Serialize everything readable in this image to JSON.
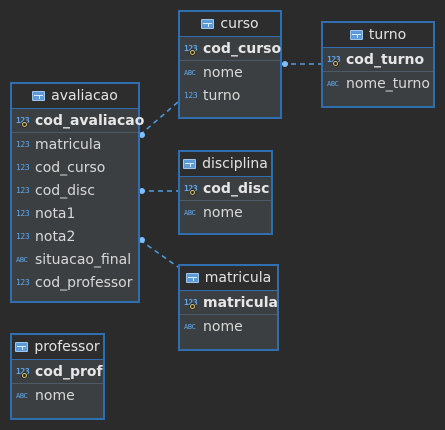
{
  "entities": {
    "avaliacao": {
      "title": "avaliacao",
      "pk": {
        "name": "cod_avaliacao",
        "type": "123"
      },
      "columns": [
        {
          "name": "matricula",
          "type": "123"
        },
        {
          "name": "cod_curso",
          "type": "123"
        },
        {
          "name": "cod_disc",
          "type": "123"
        },
        {
          "name": "nota1",
          "type": "123"
        },
        {
          "name": "nota2",
          "type": "123"
        },
        {
          "name": "situacao_final",
          "type": "ABC"
        },
        {
          "name": "cod_professor",
          "type": "123"
        }
      ]
    },
    "curso": {
      "title": "curso",
      "pk": {
        "name": "cod_curso",
        "type": "123"
      },
      "columns": [
        {
          "name": "nome",
          "type": "ABC"
        },
        {
          "name": "turno",
          "type": "123"
        }
      ]
    },
    "turno": {
      "title": "turno",
      "pk": {
        "name": "cod_turno",
        "type": "123"
      },
      "columns": [
        {
          "name": "nome_turno",
          "type": "ABC"
        }
      ]
    },
    "disciplina": {
      "title": "disciplina",
      "pk": {
        "name": "cod_disc",
        "type": "123"
      },
      "columns": [
        {
          "name": "nome",
          "type": "ABC"
        }
      ]
    },
    "matricula": {
      "title": "matricula",
      "pk": {
        "name": "matricula",
        "type": "123"
      },
      "columns": [
        {
          "name": "nome",
          "type": "ABC"
        }
      ]
    },
    "professor": {
      "title": "professor",
      "pk": {
        "name": "cod_prof",
        "type": "123"
      },
      "columns": [
        {
          "name": "nome",
          "type": "ABC"
        }
      ]
    }
  },
  "theme": {
    "background": "#2b2b2b",
    "entity_border": "#2f6fb0",
    "link_color": "#4f9ee8"
  }
}
